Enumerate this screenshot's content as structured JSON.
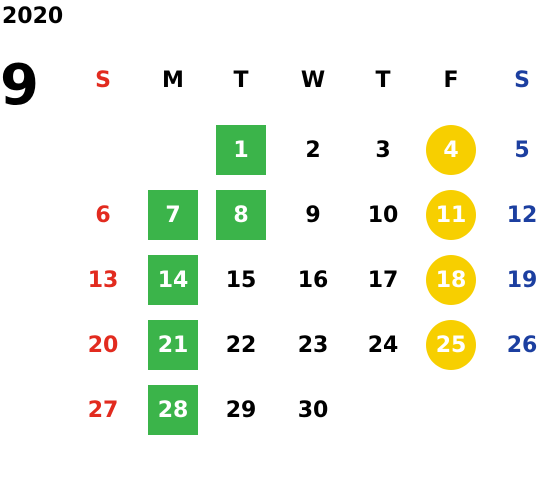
{
  "header": {
    "year": "2020",
    "month": "9"
  },
  "colors": {
    "sunday": "#e22b1f",
    "saturday": "#1c3fa0",
    "weekday": "#000000",
    "highlight_green": "#3bb44a",
    "highlight_yellow": "#f7cf00",
    "highlight_text": "#ffffff"
  },
  "weekdays": [
    "S",
    "M",
    "T",
    "W",
    "T",
    "F",
    "S"
  ],
  "weeks": [
    [
      null,
      null,
      {
        "day": "1",
        "mark": "green"
      },
      {
        "day": "2"
      },
      {
        "day": "3"
      },
      {
        "day": "4",
        "mark": "yellow"
      },
      {
        "day": "5"
      }
    ],
    [
      {
        "day": "6"
      },
      {
        "day": "7",
        "mark": "green"
      },
      {
        "day": "8",
        "mark": "green"
      },
      {
        "day": "9"
      },
      {
        "day": "10"
      },
      {
        "day": "11",
        "mark": "yellow"
      },
      {
        "day": "12"
      }
    ],
    [
      {
        "day": "13"
      },
      {
        "day": "14",
        "mark": "green"
      },
      {
        "day": "15"
      },
      {
        "day": "16"
      },
      {
        "day": "17"
      },
      {
        "day": "18",
        "mark": "yellow"
      },
      {
        "day": "19"
      }
    ],
    [
      {
        "day": "20"
      },
      {
        "day": "21",
        "mark": "green"
      },
      {
        "day": "22"
      },
      {
        "day": "23"
      },
      {
        "day": "24"
      },
      {
        "day": "25",
        "mark": "yellow"
      },
      {
        "day": "26"
      }
    ],
    [
      {
        "day": "27"
      },
      {
        "day": "28",
        "mark": "green"
      },
      {
        "day": "29"
      },
      {
        "day": "30"
      },
      null,
      null,
      null
    ]
  ]
}
